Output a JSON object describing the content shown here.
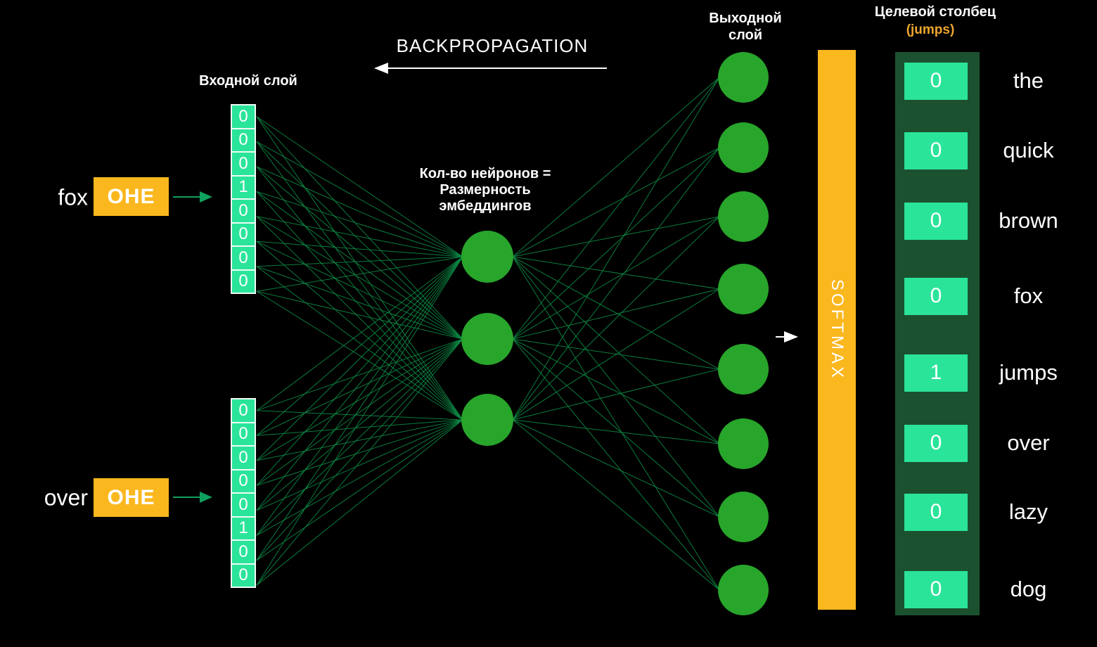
{
  "backpropagation": {
    "title": "BACKPROPAGATION"
  },
  "labels": {
    "input_layer": "Входной слой",
    "hidden_note_lines": [
      "Кол-во нейронов =",
      "Размерность",
      "эмбеддингов"
    ],
    "output_layer_lines": [
      "Выходной",
      "слой"
    ],
    "target_header": "Целевой столбец",
    "target_subheader": "(jumps)",
    "softmax": "SOFTMAX"
  },
  "inputs": [
    {
      "word": "fox",
      "box_label": "OHE",
      "vector": [
        0,
        0,
        0,
        1,
        0,
        0,
        0,
        0
      ]
    },
    {
      "word": "over",
      "box_label": "OHE",
      "vector": [
        0,
        0,
        0,
        0,
        0,
        1,
        0,
        0
      ]
    }
  ],
  "hidden_layer": {
    "neuron_count": 3
  },
  "output_layer": {
    "neuron_count": 8
  },
  "target": {
    "values": [
      0,
      0,
      0,
      0,
      1,
      0,
      0,
      0
    ],
    "words": [
      "the",
      "quick",
      "brown",
      "fox",
      "jumps",
      "over",
      "lazy",
      "dog"
    ]
  },
  "colors": {
    "background": "#000000",
    "accent_orange": "#fab71e",
    "jumps_orange": "#eda62f",
    "cell_green": "#2ae49a",
    "container_green": "#1c5130",
    "neuron_green": "#28a52b",
    "edge_green": "#0d8a45",
    "arrow_green": "#0fa05e",
    "text_white": "#ffffff"
  }
}
